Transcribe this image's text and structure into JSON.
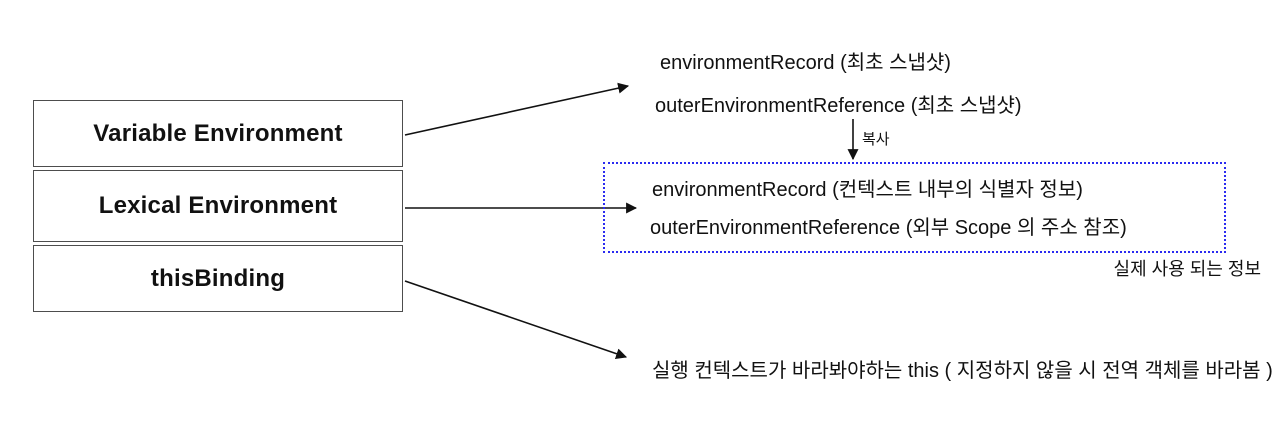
{
  "left": {
    "boxes": [
      {
        "label": "Variable Environment"
      },
      {
        "label": "Lexical Environment"
      },
      {
        "label": "thisBinding"
      }
    ]
  },
  "right": {
    "snapshot": {
      "environment_record": "environmentRecord (최초 스냅샷)",
      "outer_environment_reference": "outerEnvironmentReference (최초 스냅샷)"
    },
    "copy_arrow_label": "복사",
    "active_environment": {
      "environment_record": "environmentRecord (컨텍스트 내부의 식별자 정보)",
      "outer_environment_reference": "outerEnvironmentReference (외부 Scope 의 주소 참조)",
      "caption": "실제 사용 되는 정보"
    },
    "this_binding_note": "실행 컨텍스트가 바라봐야하는 this ( 지정하지 않을 시 전역 객체를 바라봄 )"
  },
  "colors": {
    "background": "#ffffff",
    "text": "#111111",
    "box_border": "#4d4d4d",
    "dotted_box_border": "#2b2bf0",
    "arrow": "#111111"
  }
}
